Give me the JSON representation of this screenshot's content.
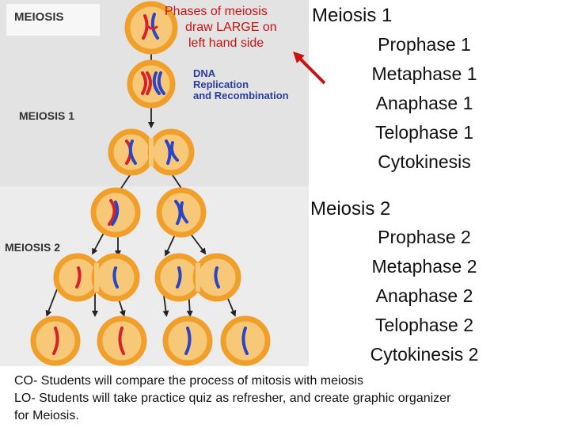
{
  "slide": {
    "title": "MEIOSIS"
  },
  "diagram": {
    "meiosis1_label": "MEIOSIS 1",
    "meiosis2_label": "MEIOSIS 2",
    "dna_label_lines": [
      "DNA",
      "Replication",
      "and Recombination"
    ]
  },
  "note": {
    "lines": [
      "Phases of meiosis",
      "draw LARGE on",
      "left hand side"
    ]
  },
  "phases": {
    "meiosis1": {
      "heading": "Meiosis 1",
      "items": [
        "Prophase 1",
        "Metaphase 1",
        "Anaphase 1",
        "Telophase 1",
        "Cytokinesis"
      ]
    },
    "meiosis2": {
      "heading": "Meiosis 2",
      "items": [
        "Prophase 2",
        "Metaphase 2",
        "Anaphase 2",
        "Telophase 2",
        "Cytokinesis 2"
      ]
    }
  },
  "objectives": {
    "co": "CO- Students will compare the process of mitosis with meiosis",
    "lo_line1": "LO- Students will take practice quiz as refresher, and create graphic organizer",
    "lo_line2": "for Meiosis."
  },
  "colors": {
    "cell_outer": "#f0a02a",
    "cell_inner": "#f7c877",
    "chromosome_red": "#d8202a",
    "chromosome_blue": "#2a45c8",
    "note_red": "#cc1111"
  }
}
